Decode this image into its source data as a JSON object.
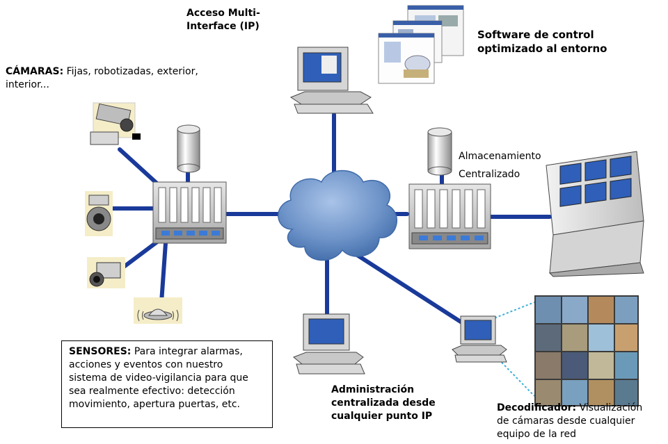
{
  "labels": {
    "acceso_line1": "Acceso Multi-",
    "acceso_line2": "Interface (IP)",
    "software_line1": "Software de control",
    "software_line2": "optimizado al entorno",
    "camaras_title": "CÁMARAS:",
    "camaras_text1": " Fijas, robotizadas, exterior,",
    "camaras_text2": "interior...",
    "almacen_line1": "Almacenamiento",
    "almacen_line2": "Centralizado",
    "sensores_title": "SENSORES:",
    "sensores_text1": " Para integrar alarmas,",
    "sensores_text2": "acciones y eventos con nuestro",
    "sensores_text3": "sistema de video-vigilancia para que",
    "sensores_text4": "sea realmente efectivo: detección",
    "sensores_text5": "movimiento, apertura puertas, etc.",
    "admin_line1": "Administración",
    "admin_line2": "centralizada desde",
    "admin_line3": "cualquier punto IP",
    "deco_title": "Decodificador:",
    "deco_text1": " Visualización",
    "deco_text2": "de cámaras desde cualquier",
    "deco_text3": "equipo de la red"
  },
  "colors": {
    "link": "#1a3a9a",
    "cloud": "#6d93c8",
    "cloud_dark": "#3f6aa8",
    "device_gray": "#c8c8c8",
    "monitor_screen": "#2f5fb8",
    "led_blue": "#3c7ad8"
  },
  "icons": [
    "fixed-camera-icon",
    "dome-camera-icon",
    "box-camera-icon",
    "sensor-icon",
    "storage-drum-icon",
    "network-switch-icon",
    "network-cloud-icon",
    "desktop-pc-icon",
    "video-wall-console-icon",
    "software-screens-icon",
    "video-mosaic-icon"
  ]
}
